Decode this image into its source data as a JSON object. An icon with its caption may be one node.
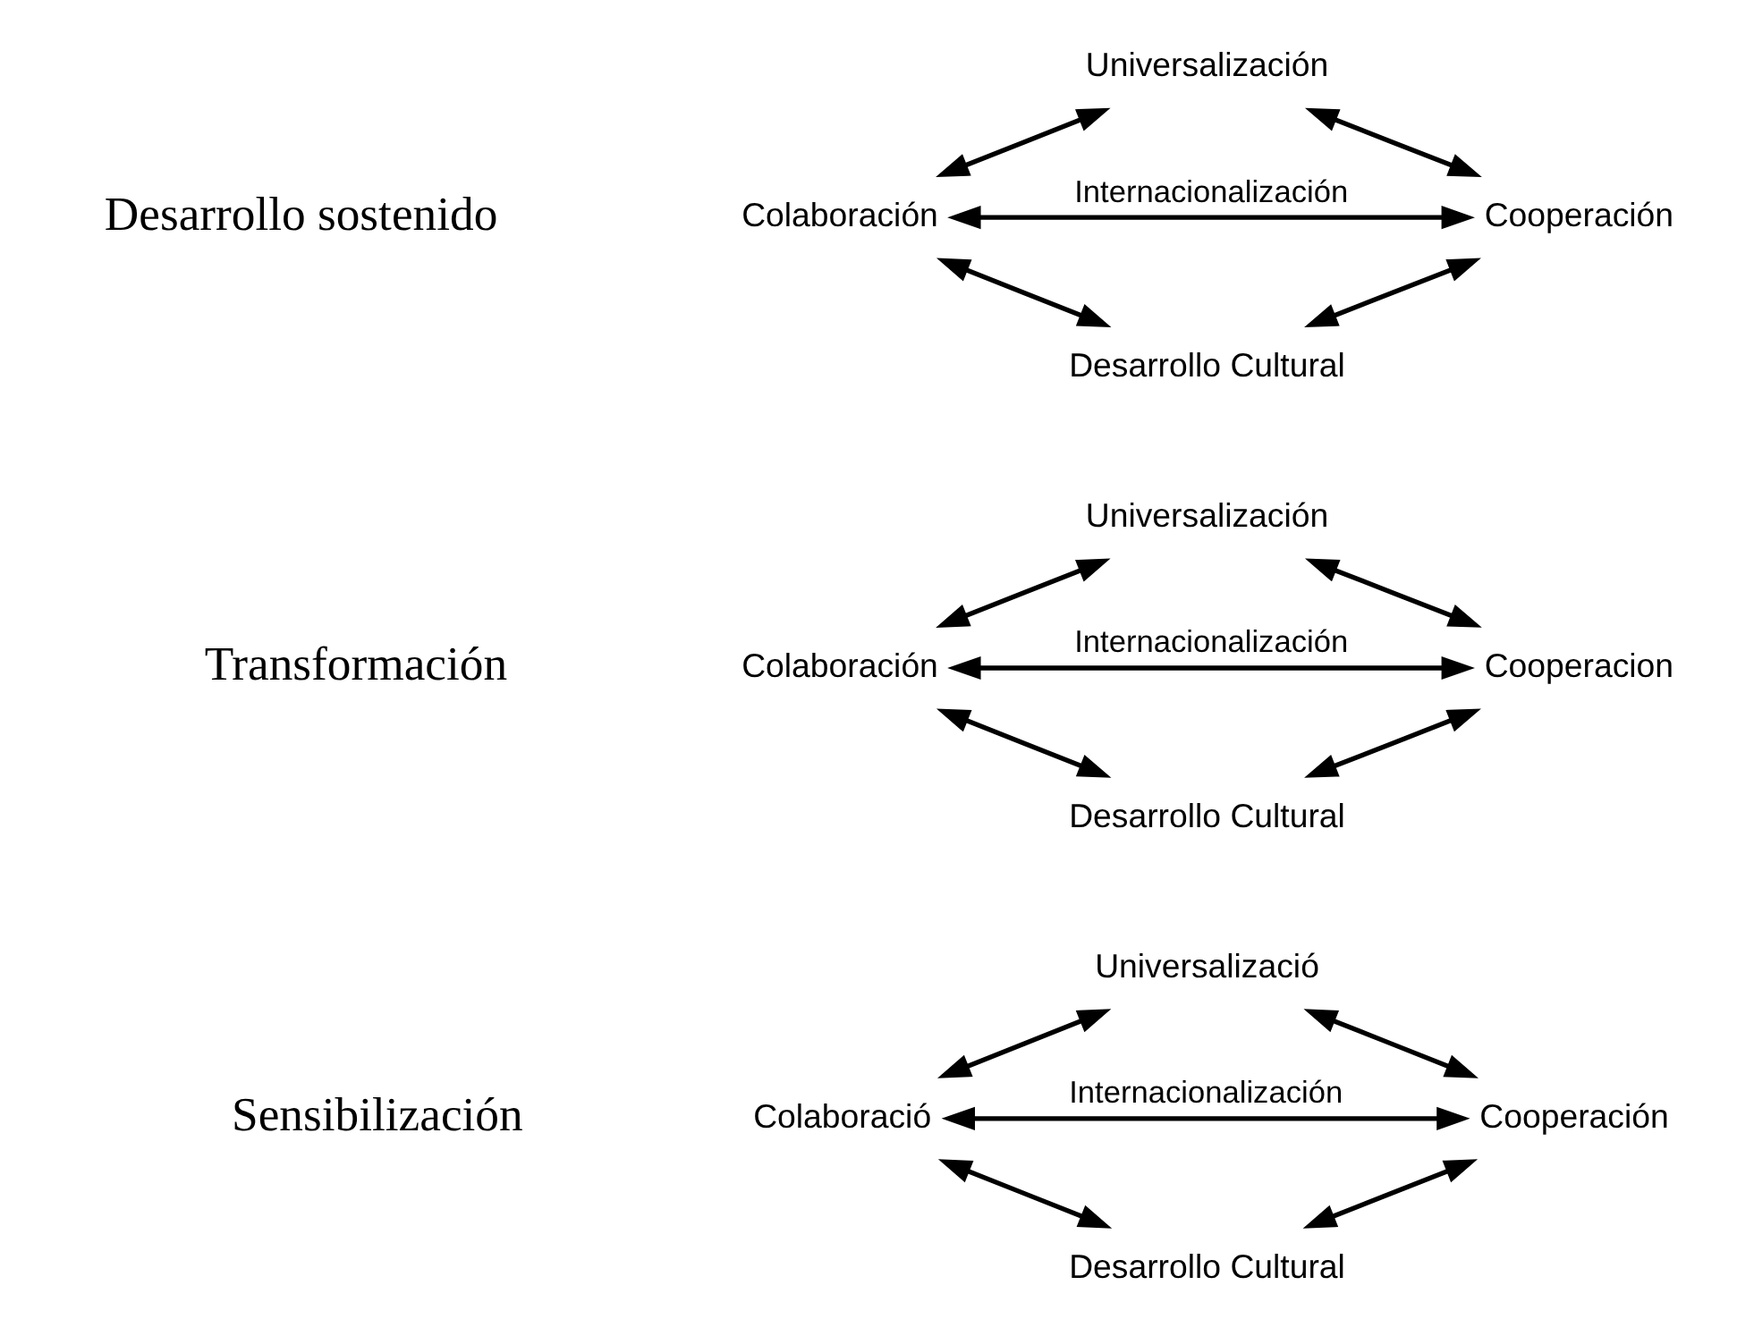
{
  "diagram": {
    "nodes": [
      {
        "text": [
          "Universalización"
        ]
      },
      {
        "text": [
          "Colaboración"
        ]
      },
      {
        "text": [
          "Cooperación"
        ]
      },
      {
        "text": [
          "Desarrollo Cultural"
        ]
      },
      {
        "text": [
          "Universalización"
        ]
      },
      {
        "text": [
          "Colaboración"
        ]
      },
      {
        "text": [
          "Cooperacion"
        ]
      },
      {
        "text": [
          "Desarrollo Cultural"
        ]
      },
      {
        "text": [
          "Universalizació"
        ]
      },
      {
        "text": [
          "Colaboració"
        ]
      },
      {
        "text": [
          "Cooperación"
        ]
      },
      {
        "text": [
          "Desarrollo Cultural"
        ]
      }
    ],
    "edges": [
      {
        "from": 0,
        "to": 1,
        "arrow": "both"
      },
      {
        "from": 0,
        "to": 2,
        "arrow": "both"
      },
      {
        "from": 1,
        "to": 2,
        "arrow": "both",
        "label": "Internacionalización"
      },
      {
        "from": 1,
        "to": 3,
        "arrow": "both"
      },
      {
        "from": 2,
        "to": 3,
        "arrow": "both"
      },
      {
        "from": 4,
        "to": 5,
        "arrow": "both"
      },
      {
        "from": 4,
        "to": 6,
        "arrow": "both"
      },
      {
        "from": 5,
        "to": 6,
        "arrow": "both",
        "label": "Internacionalización"
      },
      {
        "from": 5,
        "to": 7,
        "arrow": "both"
      },
      {
        "from": 6,
        "to": 7,
        "arrow": "both"
      },
      {
        "from": 8,
        "to": 9,
        "arrow": "both"
      },
      {
        "from": 8,
        "to": 10,
        "arrow": "both"
      },
      {
        "from": 9,
        "to": 10,
        "arrow": "both",
        "label": "Internacionalización"
      },
      {
        "from": 9,
        "to": 11,
        "arrow": "both"
      },
      {
        "from": 10,
        "to": 11,
        "arrow": "both"
      }
    ],
    "labels": [
      "Desarrollo sostenido",
      "Transformación",
      "Sensibilización"
    ]
  }
}
